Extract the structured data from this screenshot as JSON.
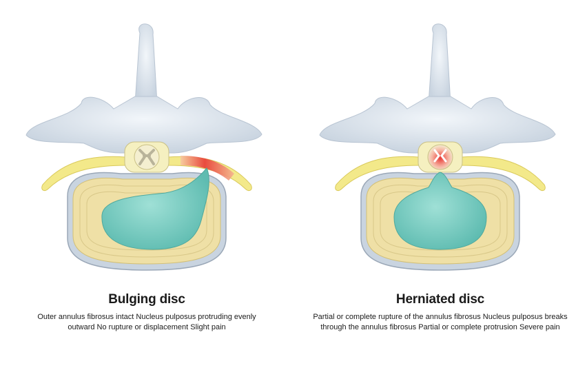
{
  "panels": [
    {
      "title": "Bulging disc",
      "description": "Outer annulus fibrosus intact Nucleus pulposus protruding evenly outward No rupture or displacement Slight pain"
    },
    {
      "title": "Herniated disc",
      "description": "Partial or complete rupture of the annulus fibrosus Nucleus pulposus breaks through the annulus fibrosus Partial or complete protrusion Severe pain"
    }
  ],
  "colors": {
    "bone": "#dde5ee",
    "annulus": "#efe0a6",
    "nucleus": "#7fd0c6",
    "nerve": "#f3e98a",
    "inflammation": "#e03a3a"
  }
}
